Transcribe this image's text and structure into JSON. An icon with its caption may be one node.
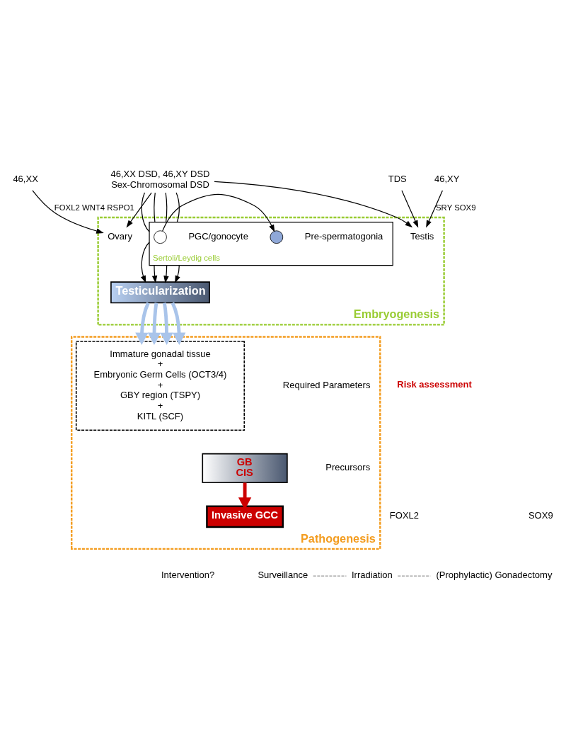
{
  "diagram": {
    "nodes": [
      {
        "text": [
          "46,XX"
        ]
      },
      {
        "text": [
          "46,XX DSD, 46,XY DSD",
          "Sex-Chromosomal DSD"
        ]
      },
      {
        "text": [
          "TDS"
        ]
      },
      {
        "text": [
          "46,XY"
        ]
      },
      {
        "text": [
          "Embryogenesis"
        ]
      },
      {
        "text": [
          "Ovary"
        ],
        "in": 4
      },
      {
        "text": [
          "Testis"
        ],
        "in": 4
      },
      {
        "text": [
          "Sertoli/Leydig cells"
        ],
        "in": 4
      },
      {
        "text": [],
        "shape": "circle",
        "beside": [
          "PGC/gonocyte"
        ],
        "in": 7
      },
      {
        "text": [],
        "shape": "circle",
        "beside": [
          "Pre-spermatogonia"
        ],
        "in": 7
      },
      {
        "text": [
          "Testicularization"
        ],
        "in": 4
      },
      {
        "text": [
          "Pathogenesis"
        ]
      },
      {
        "text": [
          "Immature gonadal tissue",
          "+",
          "Embryonic Germ Cells (OCT3/4)",
          "+",
          "GBY region (TSPY)",
          "+",
          "KITL (SCF)"
        ],
        "beside": [
          "Required Parameters"
        ],
        "in": 11
      },
      {
        "text": [
          "GB",
          "CIS"
        ],
        "beside": [
          "Precursors"
        ],
        "in": 11
      },
      {
        "text": [
          "Invasive GCC"
        ],
        "in": 11
      },
      {
        "text": [
          "Surveillance"
        ]
      },
      {
        "text": [
          "Irradiation"
        ]
      },
      {
        "text": [
          "(Prophylactic) Gonadectomy"
        ]
      }
    ],
    "edges": [
      {
        "from": 0,
        "to": 5,
        "arrow": "to",
        "label": "FOXL2 WNT4 RSPO1"
      },
      {
        "from": 1,
        "to": 5,
        "arrow": "to"
      },
      {
        "from": 1,
        "to": 7,
        "arrow": "none"
      },
      {
        "from": 1,
        "to": 7,
        "arrow": "none"
      },
      {
        "from": 1,
        "to": 7,
        "arrow": "none"
      },
      {
        "from": 1,
        "to": 7,
        "arrow": "none"
      },
      {
        "from": 1,
        "to": 6,
        "arrow": "to"
      },
      {
        "from": 2,
        "to": 6,
        "arrow": "to"
      },
      {
        "from": 3,
        "to": 6,
        "arrow": "to",
        "label": "SRY SOX9"
      },
      {
        "from": 8,
        "to": 9,
        "arrow": "to"
      },
      {
        "from": 7,
        "to": 10,
        "arrow": "to"
      },
      {
        "from": 7,
        "to": 10,
        "arrow": "to"
      },
      {
        "from": 7,
        "to": 10,
        "arrow": "to"
      },
      {
        "from": 7,
        "to": 10,
        "arrow": "to"
      },
      {
        "from": 10,
        "to": 12,
        "arrow": "to",
        "style": "thick",
        "color": "#a9c4ea"
      },
      {
        "from": 10,
        "to": 12,
        "arrow": "to",
        "style": "thick",
        "color": "#a9c4ea"
      },
      {
        "from": 10,
        "to": 12,
        "arrow": "to",
        "style": "thick",
        "color": "#a9c4ea"
      },
      {
        "from": 10,
        "to": 12,
        "arrow": "to",
        "style": "thick",
        "color": "#a9c4ea"
      },
      {
        "from": 13,
        "to": 14,
        "arrow": "to",
        "style": "thick",
        "color": "#cc0000"
      },
      {
        "from": 15,
        "to": 16,
        "arrow": "none",
        "style": "dashed",
        "color": "#999999"
      },
      {
        "from": 16,
        "to": 17,
        "arrow": "none",
        "style": "dashed",
        "color": "#999999"
      }
    ],
    "labels": [
      "Risk assessment",
      "FOXL2",
      "SOX9",
      "Intervention?"
    ]
  }
}
